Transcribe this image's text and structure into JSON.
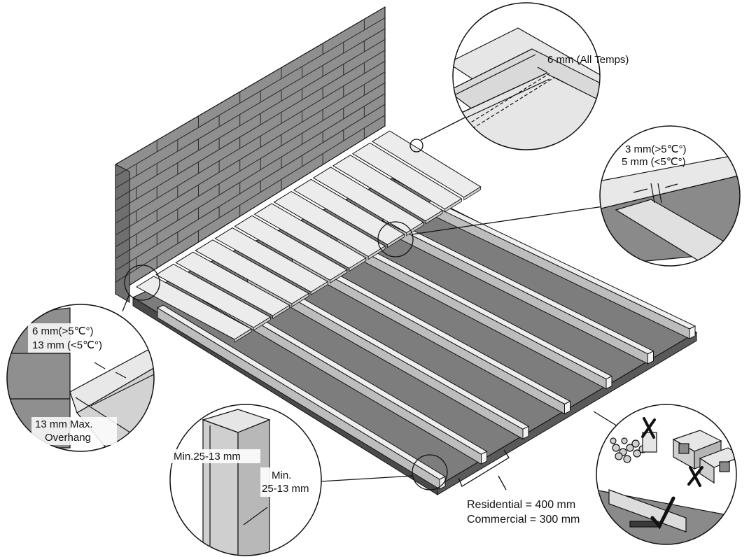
{
  "colors": {
    "background": "#ffffff",
    "brick": "#8f8f8f",
    "brick_dark": "#6f6f6f",
    "slab": "#7d7d7d",
    "slab_edge": "#4a4a4a",
    "board": "#ececec",
    "joist_top": "#efefef",
    "joist_side": "#bdbdbd",
    "pad": "#3a3a3a",
    "line": "#111111"
  },
  "callouts": {
    "top_gap": "6 mm (All Temps)",
    "right_gap_warm": "3 mm(>5℃°)",
    "right_gap_cold": "5 mm (<5℃°)",
    "wall_gap_warm": "6 mm(>5℃°)",
    "wall_gap_cold": "13 mm (<5℃°)",
    "overhang_value": "13 mm Max.",
    "overhang_word": "Overhang",
    "joist_height": "Min.25-13 mm",
    "joist_width_min": "Min.",
    "joist_width_value": "25-13 mm"
  },
  "spacing": {
    "residential": "Residential = 400 mm",
    "commercial": "Commercial = 300 mm"
  },
  "icons": {
    "wrong_gravel": "cross-mark-icon",
    "wrong_blocks": "cross-mark-icon",
    "right_pads": "check-mark-icon"
  }
}
